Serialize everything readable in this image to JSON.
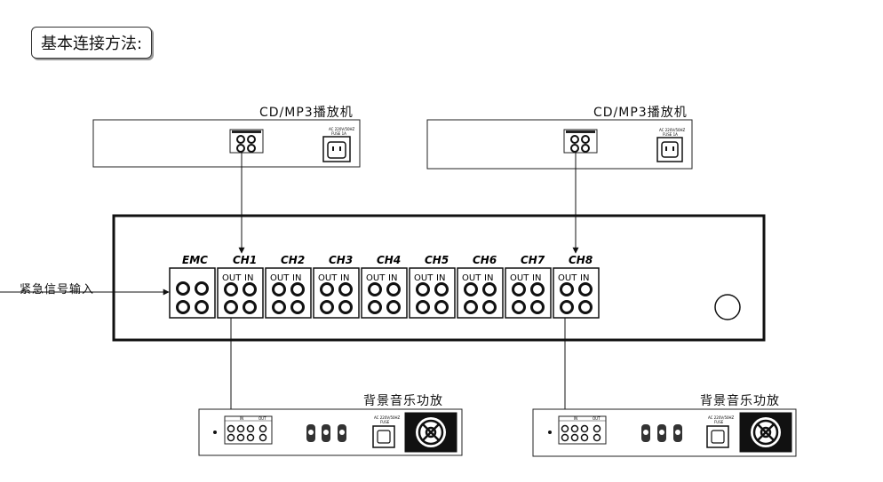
{
  "title": "基本连接方法:",
  "sources": [
    {
      "label": "CD/MP3播放机"
    },
    {
      "label": "CD/MP3播放机"
    }
  ],
  "amplifiers": [
    {
      "label": "背景音乐功放"
    },
    {
      "label": "背景音乐功放"
    }
  ],
  "emergency_label": "紧急信号输入",
  "mixer": {
    "emc_label": "EMC",
    "channels": [
      "CH1",
      "CH2",
      "CH3",
      "CH4",
      "CH5",
      "CH6",
      "CH7",
      "CH8"
    ],
    "out_label": "OUT",
    "in_label": "IN"
  },
  "source_small": {
    "power_text_1": "AC 220V/50HZ",
    "power_text_2": "FUSE 1A"
  },
  "amp_small": {
    "labels": [
      "IN",
      "OUT",
      "AC 220V/50HZ",
      "FUSE"
    ]
  }
}
